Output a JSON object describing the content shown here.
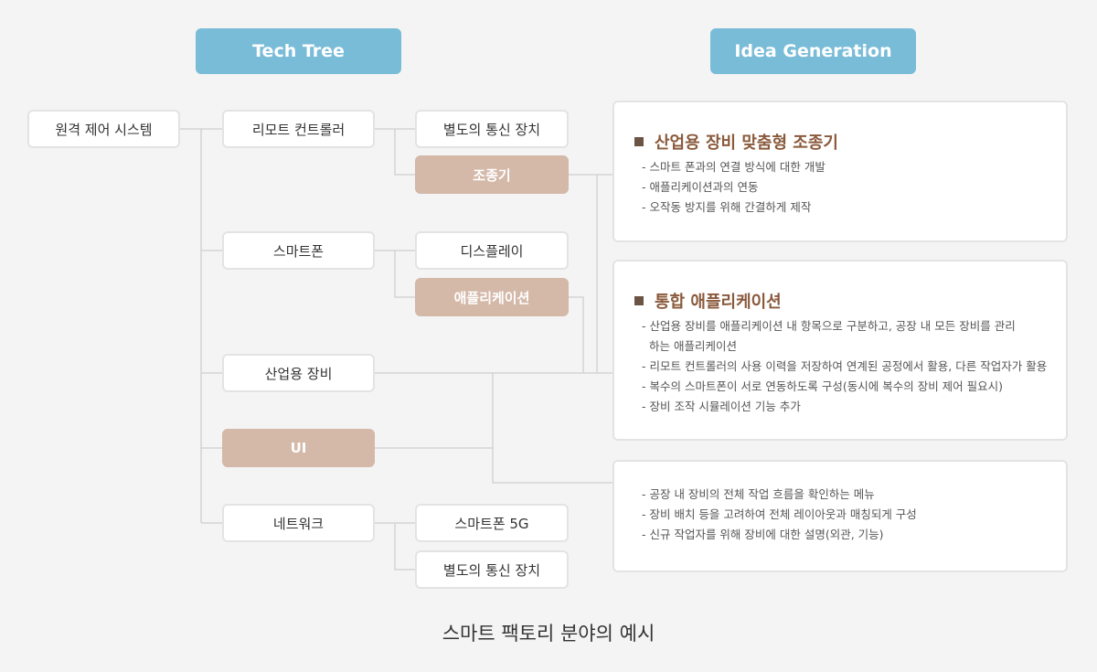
{
  "headers": {
    "tech_tree": "Tech Tree",
    "idea_generation": "Idea Generation"
  },
  "tree": {
    "root": "원격 제어 시스템",
    "remote_controller": "리모트 컨트롤러",
    "separate_comm_1": "별도의 통신 장치",
    "controller": "조종기",
    "smartphone": "스마트폰",
    "display": "디스플레이",
    "application": "애플리케이션",
    "industrial_equipment": "산업용 장비",
    "ui": "UI",
    "network": "네트워크",
    "smartphone_5g": "스마트폰 5G",
    "separate_comm_2": "별도의 통신 장치"
  },
  "ideas": [
    {
      "title": "산업용 장비 맞춤형 조종기",
      "items": [
        "- 스마트 폰과의 연결 방식에 대한 개발",
        "- 애플리케이션과의 연동",
        "- 오작동 방지를 위해 간결하게 제작"
      ]
    },
    {
      "title": "통합 애플리케이션",
      "items": [
        "- 산업용 장비를 애플리케이션 내 항목으로 구분하고, 공장 내 모든 장비를 관리",
        "하는 애플리케이션",
        "- 리모트 컨트롤러의 사용 이력을 저장하여 연계된 공정에서 활용, 다른 작업자가 활용",
        "- 복수의 스마트폰이 서로 연동하도록 구성(동시에 복수의 장비 제어 필요시)",
        "- 장비 조작 시뮬레이션 기능 추가"
      ]
    },
    {
      "title": "",
      "items": [
        "- 공장 내 장비의 전체 작업 흐름을 확인하는 메뉴",
        "- 장비 배치 등을 고려하여 전체 레이아웃과 매칭되게 구성",
        "- 신규 작업자를 위해 장비에 대한 설명(외관, 기능)"
      ]
    }
  ],
  "caption": "스마트 팩토리 분야의 예시",
  "colors": {
    "header_bg": "#79bcd8",
    "highlight_node": "#d4b8a8",
    "idea_title": "#8a5a3c",
    "bullet_square": "#6b5444",
    "line": "#d0d0d0"
  }
}
